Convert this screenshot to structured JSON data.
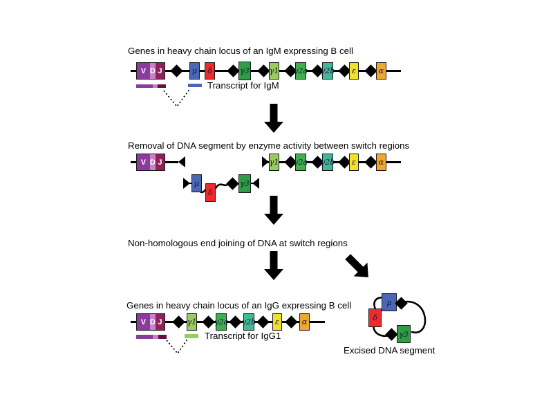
{
  "sections": {
    "igm": {
      "title": "Genes in heavy chain locus of an IgM expressing B cell",
      "transcript_label": "Transcript for IgM"
    },
    "removal": {
      "title": "Removal of DNA segment by enzyme activity between switch regions"
    },
    "joining": {
      "title": "Non-homologous end joining of DNA at switch regions"
    },
    "igg": {
      "title": "Genes in heavy chain locus of an IgG expressing B cell",
      "transcript_label": "Transcript for IgG1"
    },
    "excised": {
      "caption": "Excised DNA segment"
    }
  },
  "genes": {
    "v": {
      "label": "V",
      "color": "#8a3b9c"
    },
    "d": {
      "label": "D",
      "color": "#c583c5"
    },
    "j": {
      "label": "J",
      "color": "#8e2159"
    },
    "mu": {
      "label": "μ",
      "color": "#4a66b4"
    },
    "delta": {
      "label": "δ",
      "color": "#ed2b2b"
    },
    "gamma3": {
      "label": "γ3",
      "color": "#2e9e44"
    },
    "gamma1": {
      "label": "γ1",
      "color": "#9acb5e"
    },
    "gamma2a": {
      "label": "γ2a",
      "color": "#3fb04d"
    },
    "gamma2b": {
      "label": "γ2b",
      "color": "#44b795"
    },
    "epsilon": {
      "label": "ε",
      "color": "#f1e12b"
    },
    "alpha": {
      "label": "α",
      "color": "#efa72e"
    }
  },
  "colors": {
    "switch_diamond": "#000000",
    "dna_line": "#000000",
    "igm_transcript_bar": "#4a66b4",
    "igg1_transcript_bar": "#9acb5e",
    "vdj_transcript_bar": [
      "#8a3b9c",
      "#c583c5",
      "#66113a"
    ]
  }
}
